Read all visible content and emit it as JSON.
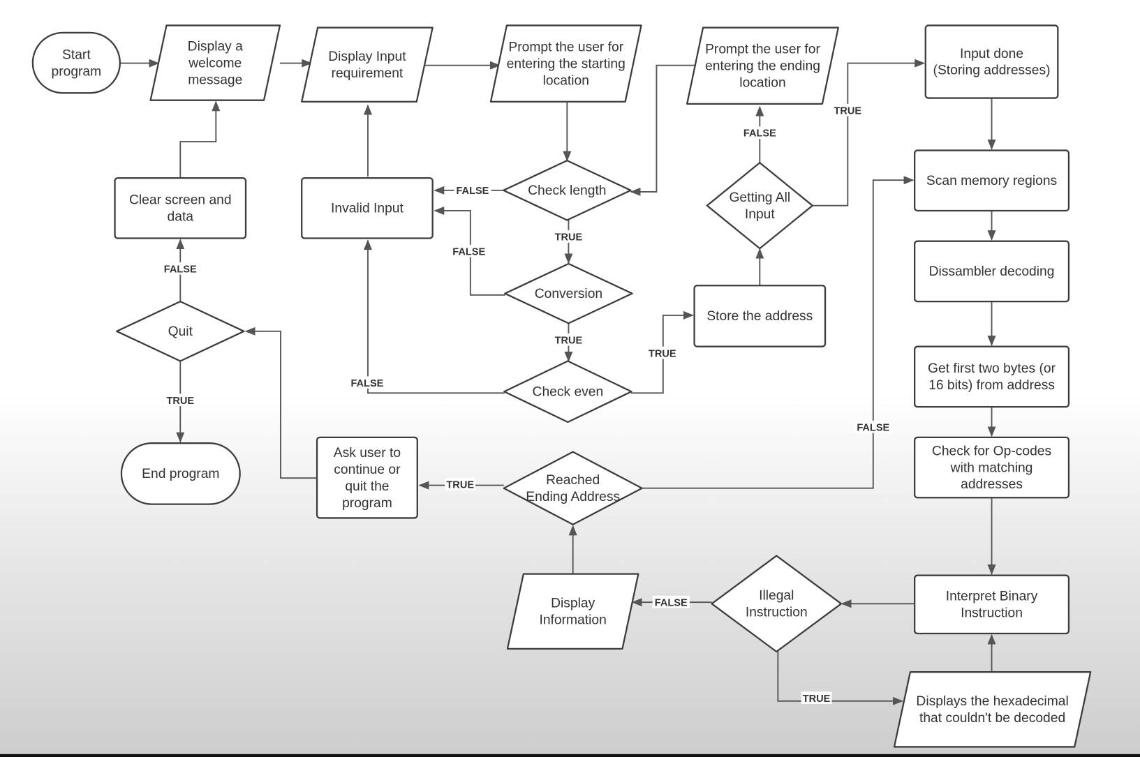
{
  "nodes": {
    "start": {
      "lines": [
        "Start",
        "program"
      ]
    },
    "welcome": {
      "lines": [
        "Display a",
        "welcome",
        "message"
      ]
    },
    "inputreq": {
      "lines": [
        "Display Input",
        "requirement"
      ]
    },
    "promptStart": {
      "lines": [
        "Prompt the user for",
        "entering the starting",
        "location"
      ]
    },
    "promptEnd": {
      "lines": [
        "Prompt the user for",
        "entering the ending",
        "location"
      ]
    },
    "inputDone": {
      "lines": [
        "Input done",
        "(Storing addresses)"
      ]
    },
    "scan": {
      "lines": [
        "Scan memory regions"
      ]
    },
    "dissam": {
      "lines": [
        "Dissambler decoding"
      ]
    },
    "getbytes": {
      "lines": [
        "Get first two bytes (or",
        "16 bits) from address"
      ]
    },
    "opcodes": {
      "lines": [
        "Check for  Op-codes",
        "with matching",
        "addresses"
      ]
    },
    "interpret": {
      "lines": [
        "Interpret Binary",
        "Instruction"
      ]
    },
    "displaysHex": {
      "lines": [
        "Displays the hexadecimal",
        "that couldn't be decoded"
      ]
    },
    "clear": {
      "lines": [
        "Clear screen and",
        "data"
      ]
    },
    "invalid": {
      "lines": [
        "Invalid Input"
      ]
    },
    "checkLength": {
      "lines": [
        "Check length"
      ]
    },
    "conversion": {
      "lines": [
        "Conversion"
      ]
    },
    "checkEven": {
      "lines": [
        "Check even"
      ]
    },
    "gettingAll": {
      "lines": [
        "Getting All",
        "Input"
      ]
    },
    "store": {
      "lines": [
        "Store the address"
      ]
    },
    "quit": {
      "lines": [
        "Quit"
      ]
    },
    "endProgram": {
      "lines": [
        "End program"
      ]
    },
    "askUser": {
      "lines": [
        "Ask user to",
        "continue or",
        "quit the",
        "program"
      ]
    },
    "reached": {
      "lines": [
        "Reached",
        "Ending Address"
      ]
    },
    "displayInfo": {
      "lines": [
        "Display",
        "Information"
      ]
    },
    "illegal": {
      "lines": [
        "Illegal",
        "Instruction"
      ]
    }
  },
  "edges": [
    {
      "from": "start",
      "to": "welcome",
      "label": ""
    },
    {
      "from": "welcome",
      "to": "inputreq",
      "label": ""
    },
    {
      "from": "inputreq",
      "to": "promptStart",
      "label": ""
    },
    {
      "from": "promptStart",
      "to": "checkLength",
      "label": ""
    },
    {
      "from": "promptEnd",
      "to": "checkLength",
      "label": ""
    },
    {
      "from": "checkLength",
      "to": "invalid",
      "label": "FALSE"
    },
    {
      "from": "checkLength",
      "to": "conversion",
      "label": "TRUE"
    },
    {
      "from": "conversion",
      "to": "invalid",
      "label": "FALSE"
    },
    {
      "from": "conversion",
      "to": "checkEven",
      "label": "TRUE"
    },
    {
      "from": "checkEven",
      "to": "invalid",
      "label": "FALSE"
    },
    {
      "from": "checkEven",
      "to": "store",
      "label": "TRUE"
    },
    {
      "from": "store",
      "to": "gettingAll",
      "label": ""
    },
    {
      "from": "gettingAll",
      "to": "promptEnd",
      "label": "FALSE"
    },
    {
      "from": "gettingAll",
      "to": "inputDone",
      "label": "TRUE"
    },
    {
      "from": "invalid",
      "to": "inputreq",
      "label": ""
    },
    {
      "from": "clear",
      "to": "welcome",
      "label": ""
    },
    {
      "from": "quit",
      "to": "clear",
      "label": "FALSE"
    },
    {
      "from": "quit",
      "to": "endProgram",
      "label": "TRUE"
    },
    {
      "from": "askUser",
      "to": "quit",
      "label": ""
    },
    {
      "from": "reached",
      "to": "askUser",
      "label": "TRUE"
    },
    {
      "from": "reached",
      "to": "scan",
      "label": "FALSE"
    },
    {
      "from": "inputDone",
      "to": "scan",
      "label": ""
    },
    {
      "from": "scan",
      "to": "dissam",
      "label": ""
    },
    {
      "from": "dissam",
      "to": "getbytes",
      "label": ""
    },
    {
      "from": "getbytes",
      "to": "opcodes",
      "label": ""
    },
    {
      "from": "opcodes",
      "to": "interpret",
      "label": ""
    },
    {
      "from": "interpret",
      "to": "illegal",
      "label": ""
    },
    {
      "from": "illegal",
      "to": "displayInfo",
      "label": "FALSE"
    },
    {
      "from": "illegal",
      "to": "displaysHex",
      "label": "TRUE"
    },
    {
      "from": "displaysHex",
      "to": "interpret",
      "label": ""
    },
    {
      "from": "displayInfo",
      "to": "reached",
      "label": ""
    }
  ]
}
